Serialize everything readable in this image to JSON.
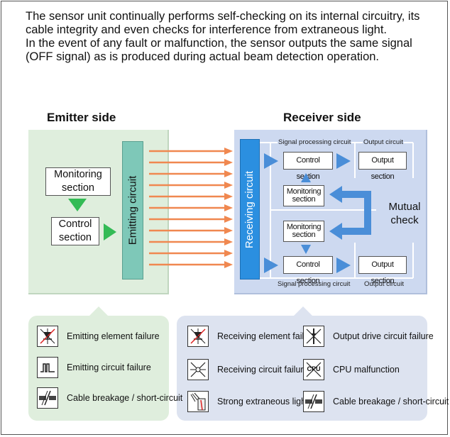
{
  "intro": {
    "p1": "The sensor unit continually performs self-checking on its internal circuitry, its cable integrity and even checks for interference from extraneous light.",
    "p2": "In the event of any fault or malfunction, the sensor outputs the same signal (OFF signal) as is produced during actual beam detection operation."
  },
  "emitter": {
    "title": "Emitter side",
    "monitoring": "Monitoring section",
    "control": "Control section",
    "circuit": "Emitting circuit"
  },
  "receiver": {
    "title": "Receiver side",
    "circuit": "Receiving circuit",
    "signal_label": "Signal processing circuit",
    "output_label": "Output circuit",
    "control": "Control section",
    "output": "Output section",
    "monitoring": "Monitoring section",
    "mutual_check": "Mutual check"
  },
  "emitter_faults": [
    {
      "icon": "emitting-element-failure-icon",
      "label": "Emitting element failure"
    },
    {
      "icon": "emitting-circuit-failure-icon",
      "label": "Emitting circuit failure"
    },
    {
      "icon": "cable-breakage-icon",
      "label": "Cable breakage / short-circuit"
    }
  ],
  "receiver_faults": [
    {
      "icon": "receiving-element-failure-icon",
      "label": "Receiving element failure"
    },
    {
      "icon": "receiving-circuit-failure-icon",
      "label": "Receiving circuit failure"
    },
    {
      "icon": "strong-light-icon",
      "label": "Strong extraneous light"
    },
    {
      "icon": "output-drive-failure-icon",
      "label": "Output drive circuit failure"
    },
    {
      "icon": "cpu-malfunction-icon",
      "label": "CPU malfunction",
      "icon_text": "CPU"
    },
    {
      "icon": "cable-breakage-icon",
      "label": "Cable breakage / short-circuit"
    }
  ],
  "colors": {
    "emitter_bg": "#dfeedd",
    "receiver_bg": "#cdd9f0",
    "arrow": "#f08850",
    "green_arrow": "#33bb55",
    "blue_arrow": "#4a8ed8",
    "teal_bar": "#7ec8b8",
    "blue_bar": "#2b8fe0"
  }
}
